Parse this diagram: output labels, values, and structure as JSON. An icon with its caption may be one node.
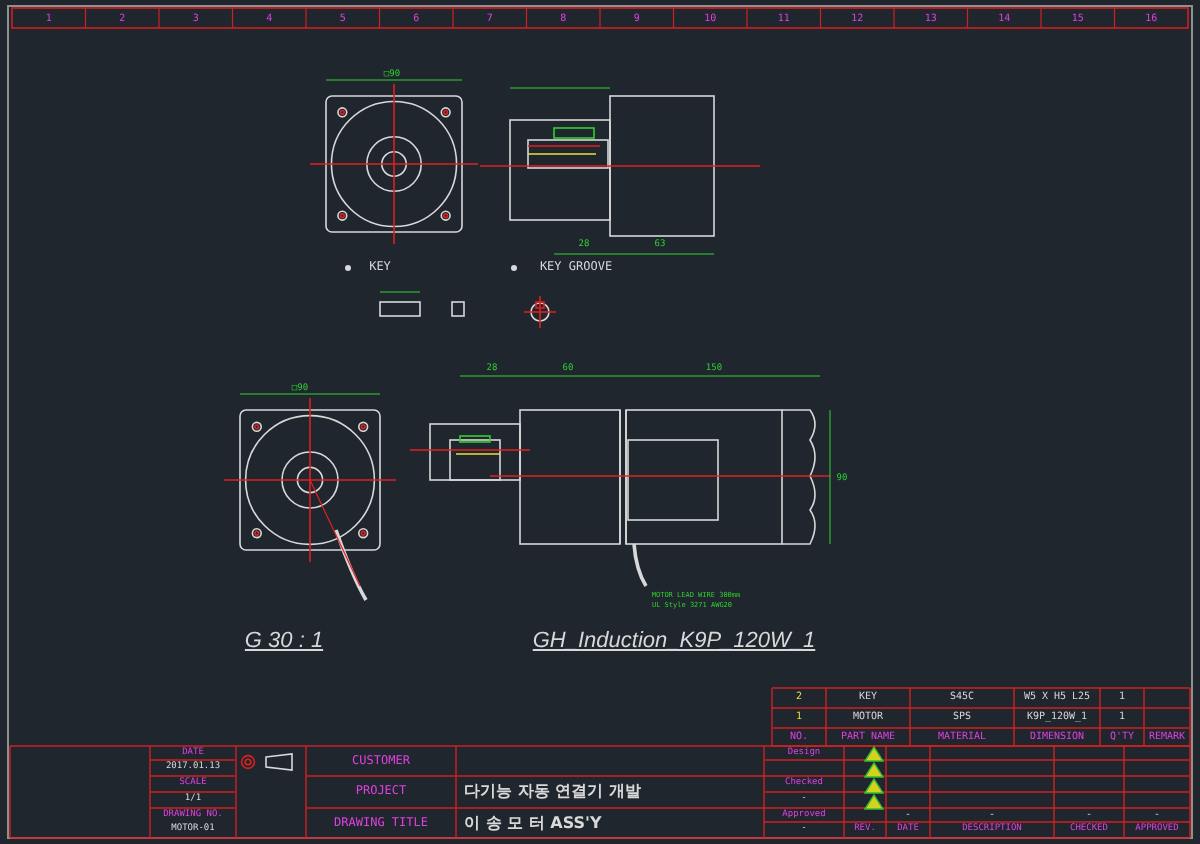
{
  "diagram": {
    "labels": [
      "1",
      "2",
      "3",
      "4",
      "5",
      "6",
      "7",
      "8",
      "9",
      "10",
      "11",
      "12",
      "13",
      "14",
      "15",
      "16",
      "KEY",
      "KEY GROOVE",
      "□90",
      "28",
      "63",
      "□90",
      "28",
      "60",
      "150",
      "90",
      "MOTOR LEAD WIRE 300mm",
      "UL Style 3271 AWG20",
      "G 30 : 1",
      "GH_Induction_K9P_120W_1",
      "2",
      "KEY",
      "S45C",
      "W5 X H5 L25",
      "1",
      "1",
      "MOTOR",
      "SPS",
      "K9P_120W_1",
      "1",
      "NO.",
      "PART NAME",
      "MATERIAL",
      "DIMENSION",
      "Q'TY",
      "REMARK",
      "DATE",
      "2017.01.13",
      "SCALE",
      "1/1",
      "DRAWING NO.",
      "MOTOR-01",
      "CUSTOMER",
      "PROJECT",
      "DRAWING TITLE",
      "다기능 자동 연결기 개발",
      "이 송 모 터 ASS'Y",
      "Design",
      "Checked",
      "-",
      "Approved",
      "-",
      "-",
      "-",
      "-",
      "-",
      "REV.",
      "DATE",
      "DESCRIPTION",
      "CHECKED",
      "APPROVED"
    ]
  }
}
